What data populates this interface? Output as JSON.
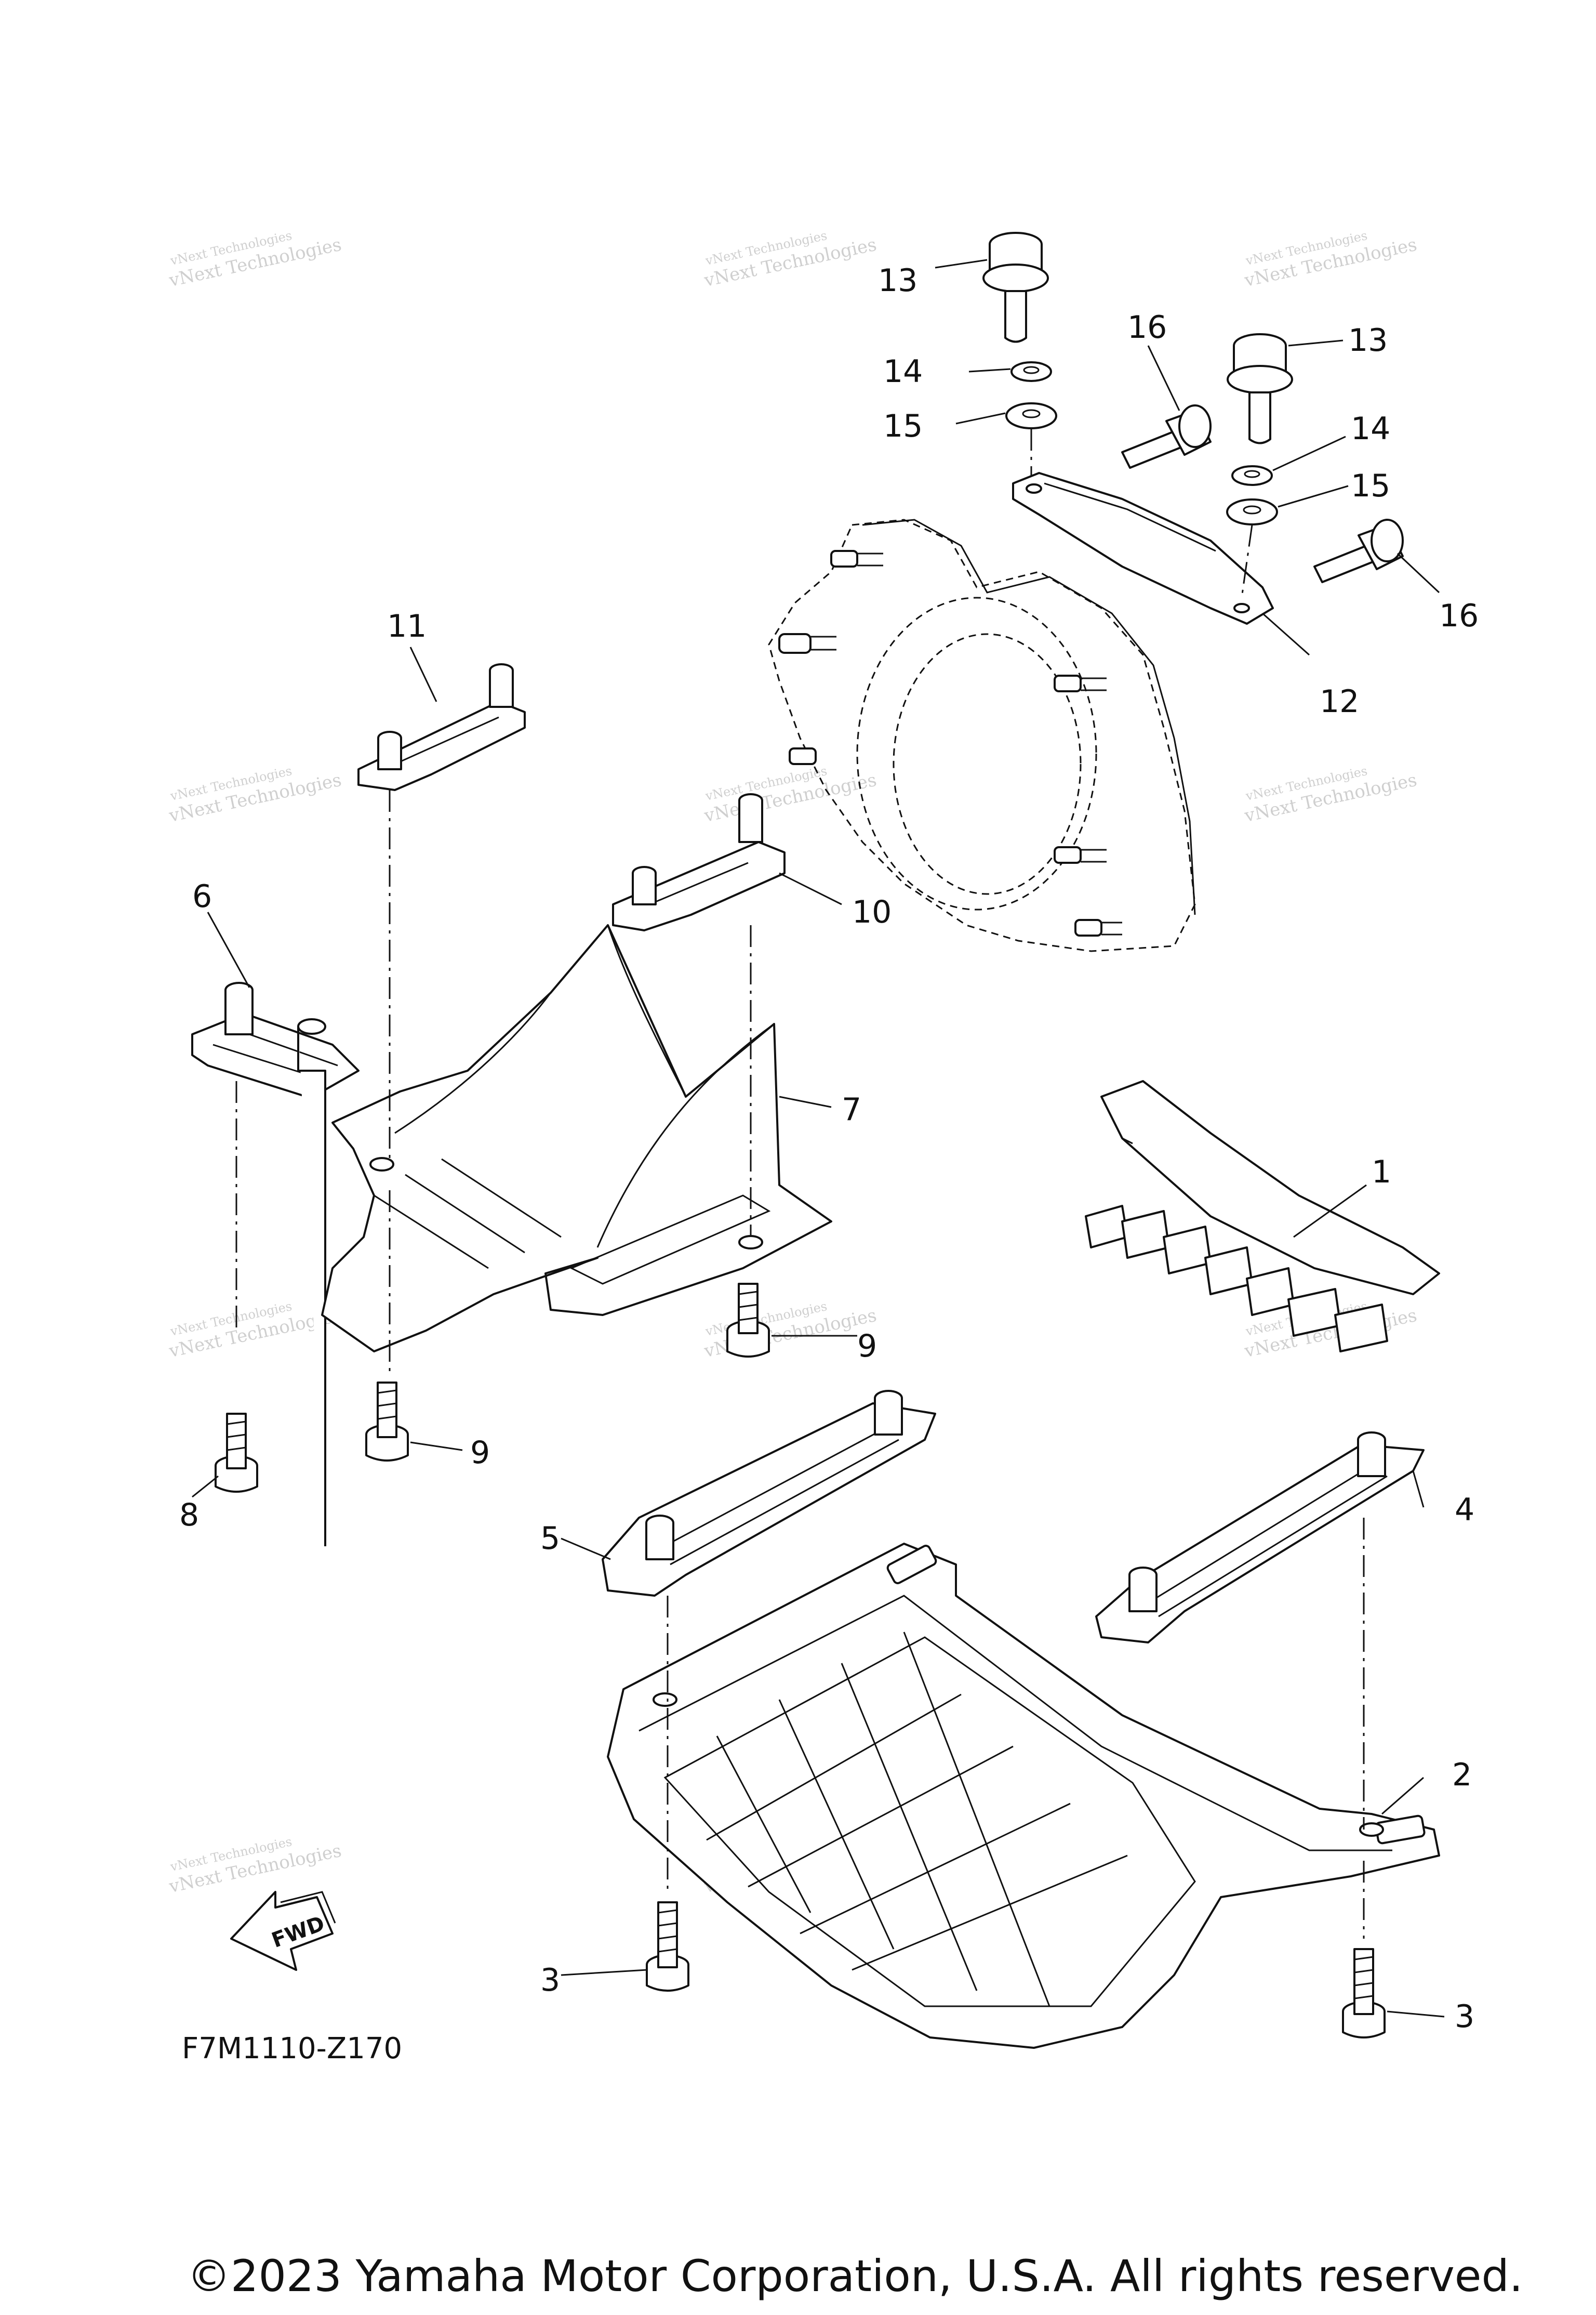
{
  "callouts": {
    "c1": "1",
    "c2": "2",
    "c3a": "3",
    "c3b": "3",
    "c4": "4",
    "c5": "5",
    "c6": "6",
    "c7": "7",
    "c8": "8",
    "c9a": "9",
    "c9b": "9",
    "c10": "10",
    "c11": "11",
    "c12": "12",
    "c13a": "13",
    "c13b": "13",
    "c14a": "14",
    "c14b": "14",
    "c15a": "15",
    "c15b": "15",
    "c16a": "16",
    "c16b": "16"
  },
  "diagram_code": "F7M1110-Z170",
  "fwd_label": "FWD",
  "watermark": {
    "line1": "vNext Technologies",
    "line2": "vNext Technologies"
  },
  "copyright": "©2023 Yamaha Motor Corporation, U.S.A. All rights reserved."
}
